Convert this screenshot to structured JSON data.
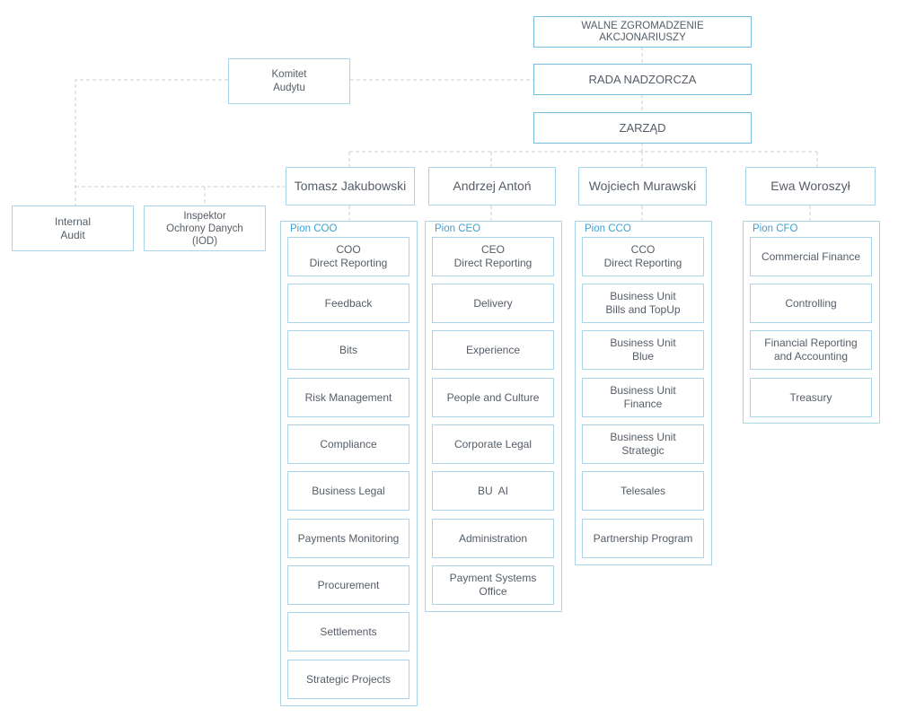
{
  "governance": {
    "assembly": "WALNE ZGROMADZENIE\nAKCJONARIUSZY",
    "board": "RADA NADZORCZA",
    "management": "ZARZĄD",
    "audit_committee": "Komitet\nAudytu"
  },
  "staff": {
    "internal_audit": "Internal\nAudit",
    "data_protection": "Inspektor\nOchrony Danych\n(IOD)"
  },
  "executives": {
    "coo": "Tomasz Jakubowski",
    "ceo": "Andrzej Antoń",
    "cco": "Wojciech Murawski",
    "cfo": "Ewa Woroszył"
  },
  "divisions": {
    "coo": {
      "label": "Pion COO",
      "units": [
        "COO\nDirect Reporting",
        "Feedback",
        "Bits",
        "Risk Management",
        "Compliance",
        "Business Legal",
        "Payments Monitoring",
        "Procurement",
        "Settlements",
        "Strategic Projects"
      ]
    },
    "ceo": {
      "label": "Pion CEO",
      "units": [
        "CEO\nDirect Reporting",
        "Delivery",
        "Experience",
        "People and Culture",
        "Corporate Legal",
        "BU  AI",
        "Administration",
        "Payment Systems\nOffice"
      ]
    },
    "cco": {
      "label": "Pion CCO",
      "units": [
        "CCO\nDirect Reporting",
        "Business Unit\nBills and TopUp",
        "Business Unit\nBlue",
        "Business Unit\nFinance",
        "Business Unit\nStrategic",
        "Telesales",
        "Partnership Program"
      ]
    },
    "cfo": {
      "label": "Pion CFO",
      "units": [
        "Commercial Finance",
        "Controlling",
        "Financial Reporting\nand Accounting",
        "Treasury"
      ]
    }
  }
}
